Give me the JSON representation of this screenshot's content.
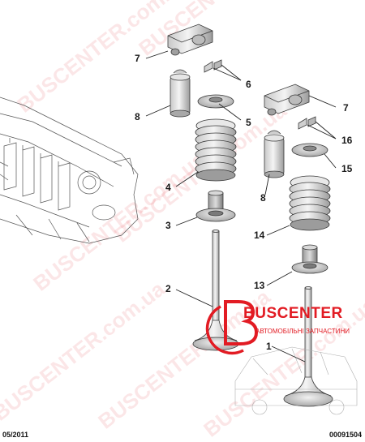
{
  "diagram": {
    "callouts": [
      {
        "id": "7a",
        "label": "7"
      },
      {
        "id": "6",
        "label": "6"
      },
      {
        "id": "8a",
        "label": "8"
      },
      {
        "id": "5",
        "label": "5"
      },
      {
        "id": "4",
        "label": "4"
      },
      {
        "id": "3",
        "label": "3"
      },
      {
        "id": "2",
        "label": "2"
      },
      {
        "id": "7b",
        "label": "7"
      },
      {
        "id": "16",
        "label": "16"
      },
      {
        "id": "15",
        "label": "15"
      },
      {
        "id": "8b",
        "label": "8"
      },
      {
        "id": "14",
        "label": "14"
      },
      {
        "id": "13",
        "label": "13"
      },
      {
        "id": "1",
        "label": "1"
      }
    ]
  },
  "footer": {
    "date": "05/2011",
    "code": "00091504"
  },
  "brand": {
    "name": "BUSCENTER",
    "tagline": "АВТОМОБІЛЬНІ ЗАПЧАСТИНИ",
    "color": "#e21b23"
  },
  "watermark": {
    "text": "BUSCENTER.com.ua"
  }
}
